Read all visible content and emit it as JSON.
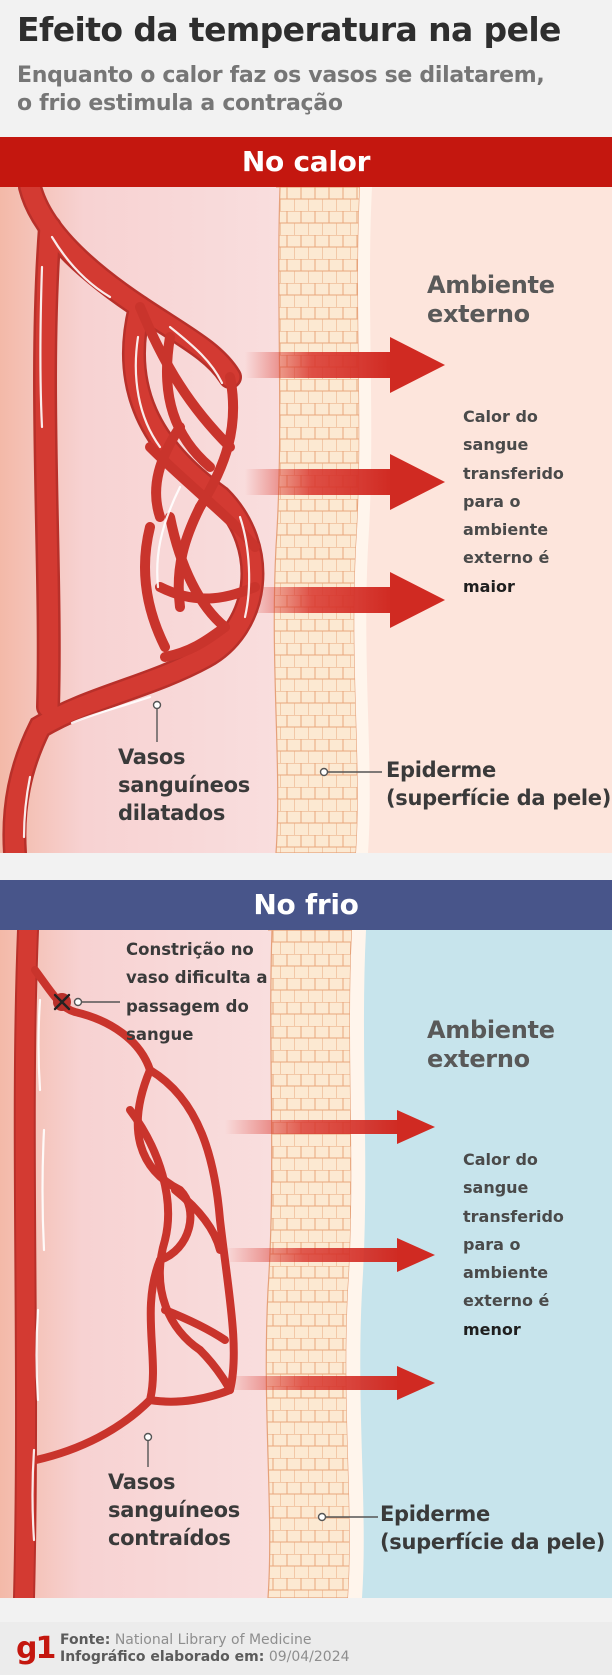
{
  "header": {
    "title": "Efeito da temperatura na pele",
    "subtitle_line1": "Enquanto o calor faz os vasos se dilatarem,",
    "subtitle_line2": "o frio estimula a contração"
  },
  "hot": {
    "band": "No calor",
    "ambient_line1": "Ambiente",
    "ambient_line2": "externo",
    "heat_lines": [
      "Calor do",
      "sangue",
      "transferido",
      "para o",
      "ambiente",
      "externo é"
    ],
    "heat_emphasis": "maior",
    "vessel_lines": [
      "Vasos",
      "sanguíneos",
      "dilatados"
    ],
    "epidermis_line1": "Epiderme",
    "epidermis_line2": "(superfície da pele)"
  },
  "cold": {
    "band": "No frio",
    "constriction_lines": [
      "Constrição no",
      "vaso dificulta a",
      "passagem do",
      "sangue"
    ],
    "ambient_line1": "Ambiente",
    "ambient_line2": "externo",
    "heat_lines": [
      "Calor do",
      "sangue",
      "transferido",
      "para o",
      "ambiente",
      "externo é"
    ],
    "heat_emphasis": "menor",
    "vessel_lines": [
      "Vasos",
      "sanguíneos",
      "contraídos"
    ],
    "epidermis_line1": "Epiderme",
    "epidermis_line2": "(superfície da pele)"
  },
  "footer": {
    "logo": "g1",
    "source_label": "Fonte:",
    "source_value": "National Library of Medicine",
    "made_label": "Infográfico elaborado em:",
    "made_value": "09/04/2024"
  },
  "colors": {
    "hot_band": "#c4170f",
    "cold_band": "#48558a",
    "vessel": "#d33a32",
    "hot_ambient": "#fde5dc",
    "cold_ambient": "#c7e4ec",
    "tissue": "#f8d8d8"
  }
}
